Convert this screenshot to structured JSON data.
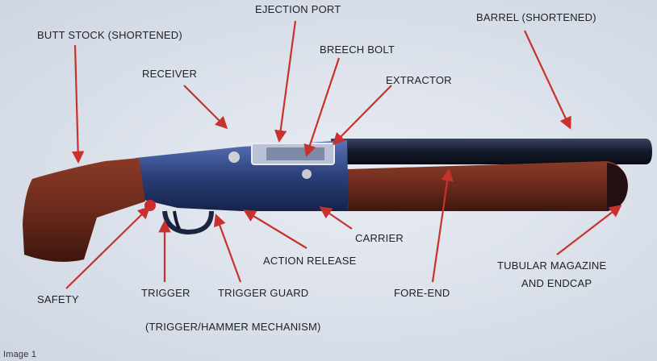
{
  "labels": {
    "ejection_port": "EJECTION PORT",
    "butt_stock": "BUTT STOCK (SHORTENED)",
    "barrel": "BARREL (SHORTENED)",
    "breech_bolt": "BREECH BOLT",
    "receiver": "RECEIVER",
    "extractor": "EXTRACTOR",
    "carrier": "CARRIER",
    "action_release": "ACTION RELEASE",
    "tubular_magazine_line1": "TUBULAR MAGAZINE",
    "tubular_magazine_line2": "AND ENDCAP",
    "safety": "SAFETY",
    "trigger": "TRIGGER",
    "trigger_guard": "TRIGGER GUARD",
    "fore_end": "FORE-END",
    "mechanism": "(TRIGGER/HAMMER MECHANISM)"
  },
  "caption": "Image 1",
  "colors": {
    "arrow": "#c8322c",
    "wood": "#6b2a1c",
    "metal": "#2b3f7a",
    "barrel": "#141a2a"
  }
}
